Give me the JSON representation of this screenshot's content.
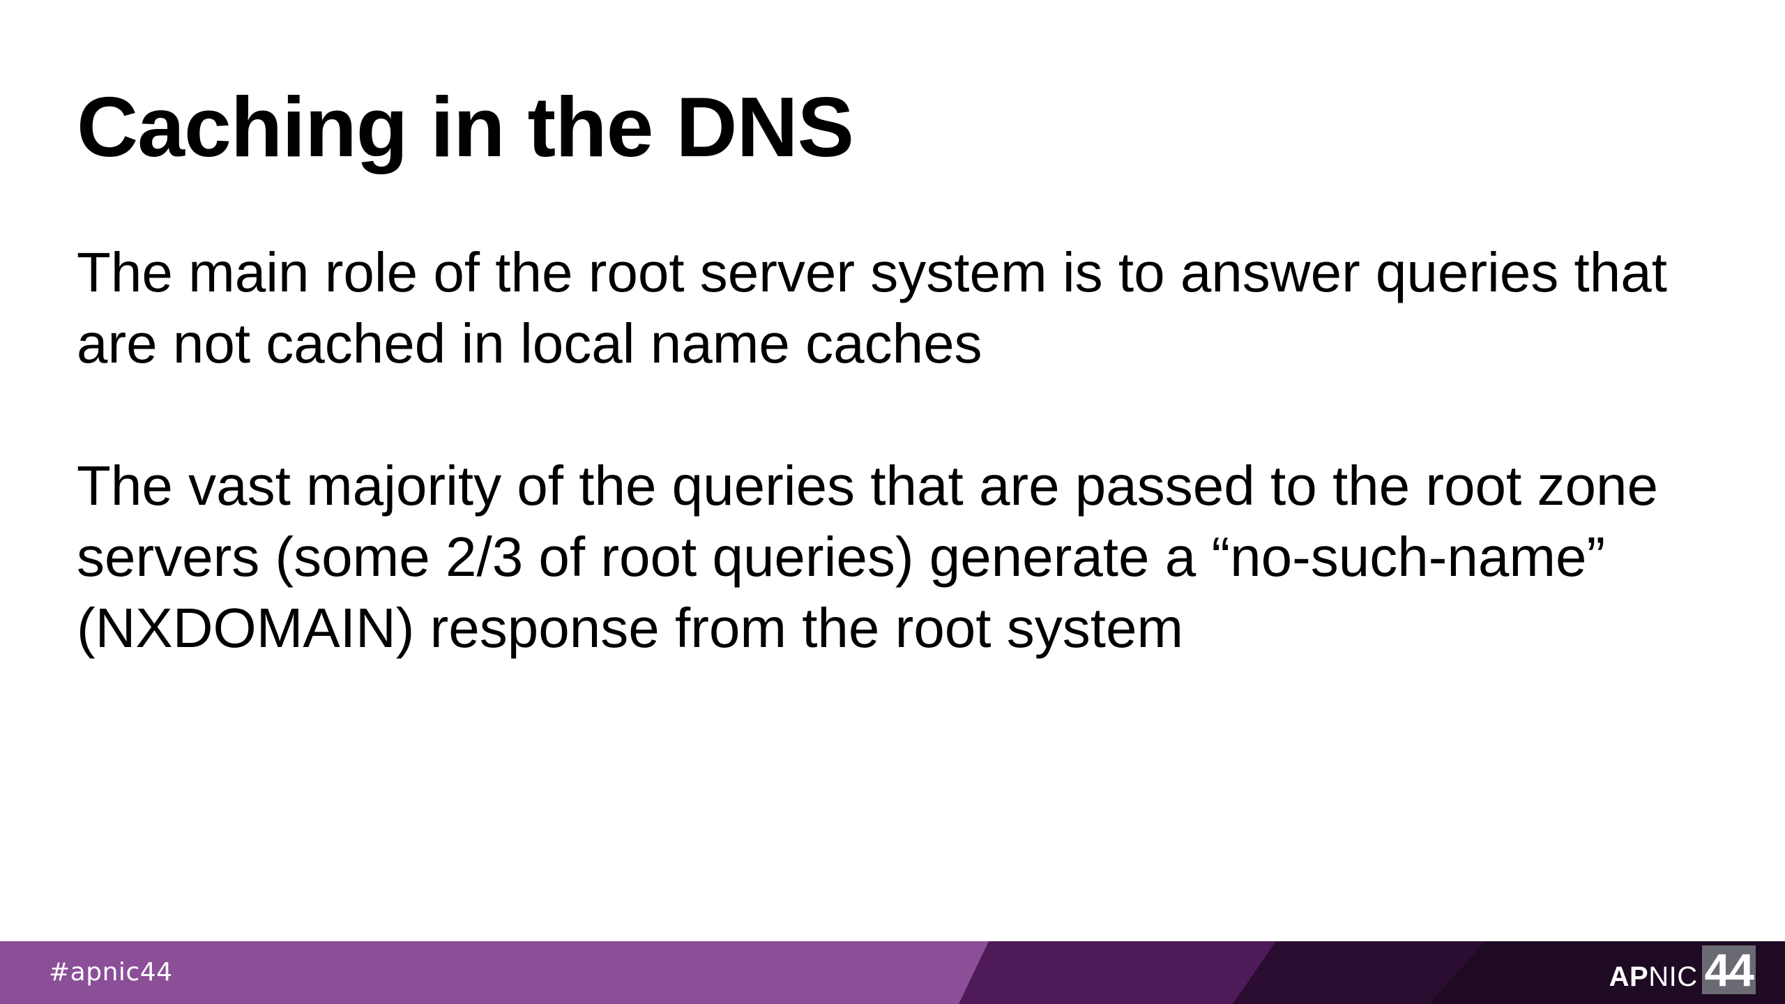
{
  "slide": {
    "title": "Caching in the DNS",
    "paragraphs": [
      "The main role of the root server system is to answer queries that are not cached in local name caches",
      "The vast majority of the queries that are passed to the root zone servers  (some 2/3 of root queries) generate a “no-such-name” (NXDOMAIN) response from the root system"
    ]
  },
  "footer": {
    "hashtag": "#apnic44",
    "logo_ap": "AP",
    "logo_nic": "NIC",
    "logo_number": "44",
    "colors": {
      "band_light": "#8a4f96",
      "band_mid": "#4e1a58",
      "band_dark": "#2a0d31",
      "band_darkest": "#1e0a23"
    }
  }
}
